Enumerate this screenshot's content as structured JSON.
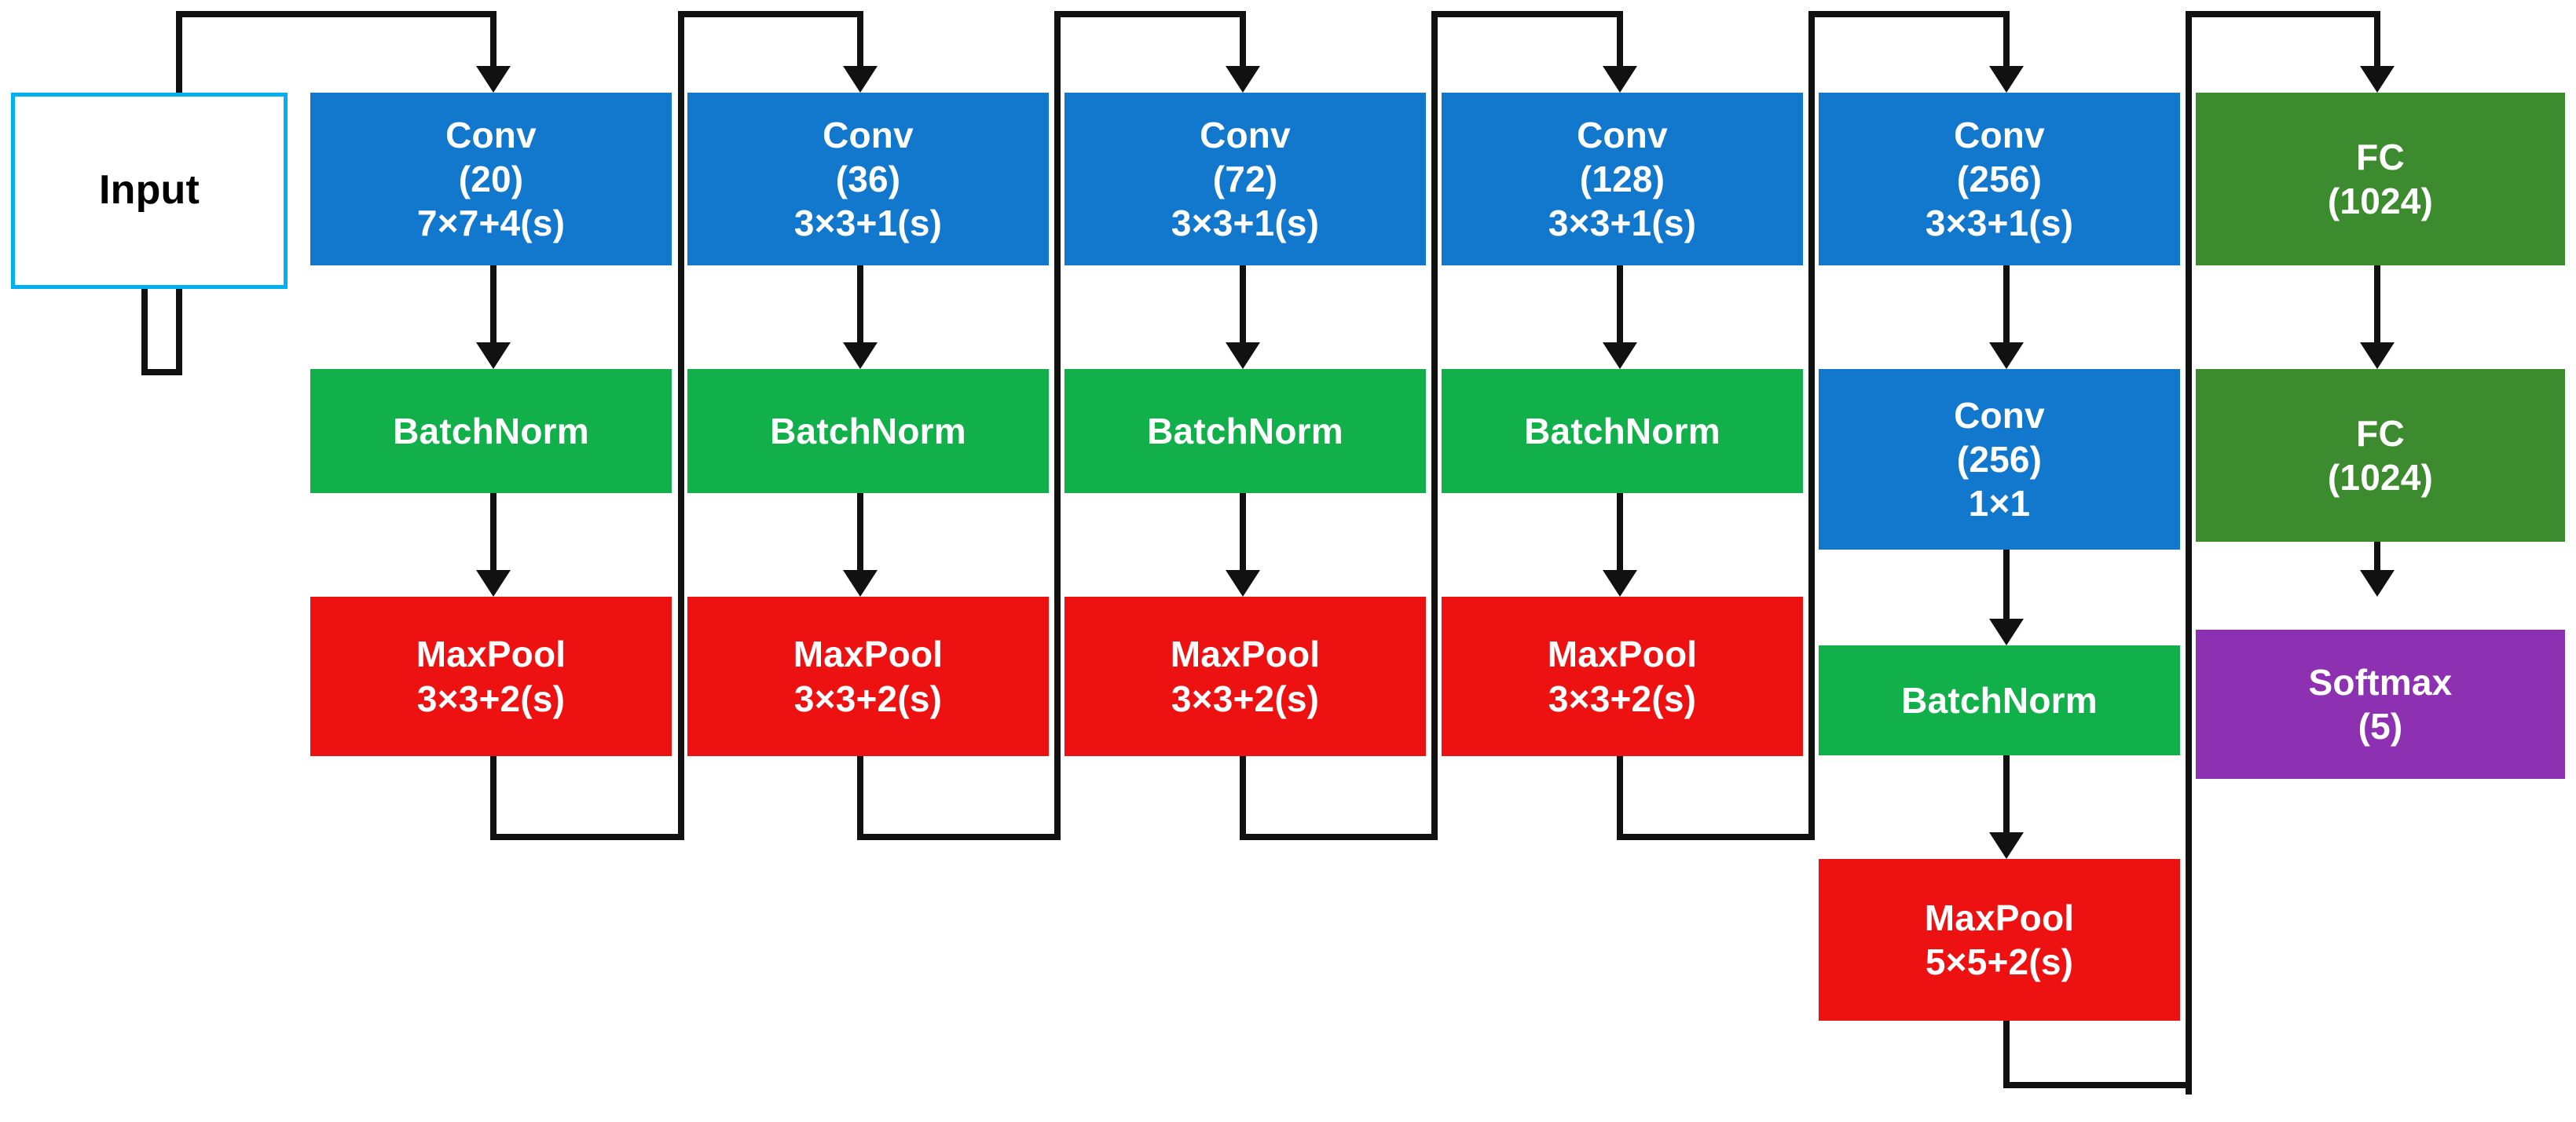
{
  "diagram": {
    "title": "CNN architecture block diagram",
    "palette": {
      "conv": "#1178CE",
      "batchnorm": "#12B04A",
      "maxpool": "#EE1111",
      "fc": "#3C8B2E",
      "softmax": "#8D30B2",
      "input_border": "#00B0F0",
      "connector": "#111111",
      "background": "#FFFFFF"
    },
    "input": {
      "label": "Input"
    },
    "columns": [
      {
        "id": "stage-1",
        "blocks": [
          {
            "type": "conv",
            "lines": [
              "Conv",
              "(20)",
              "7×7+4(s)"
            ]
          },
          {
            "type": "batchnorm",
            "lines": [
              "BatchNorm"
            ]
          },
          {
            "type": "maxpool",
            "lines": [
              "MaxPool",
              "3×3+2(s)"
            ]
          }
        ]
      },
      {
        "id": "stage-2",
        "blocks": [
          {
            "type": "conv",
            "lines": [
              "Conv",
              "(36)",
              "3×3+1(s)"
            ]
          },
          {
            "type": "batchnorm",
            "lines": [
              "BatchNorm"
            ]
          },
          {
            "type": "maxpool",
            "lines": [
              "MaxPool",
              "3×3+2(s)"
            ]
          }
        ]
      },
      {
        "id": "stage-3",
        "blocks": [
          {
            "type": "conv",
            "lines": [
              "Conv",
              "(72)",
              "3×3+1(s)"
            ]
          },
          {
            "type": "batchnorm",
            "lines": [
              "BatchNorm"
            ]
          },
          {
            "type": "maxpool",
            "lines": [
              "MaxPool",
              "3×3+2(s)"
            ]
          }
        ]
      },
      {
        "id": "stage-4",
        "blocks": [
          {
            "type": "conv",
            "lines": [
              "Conv",
              "(128)",
              "3×3+1(s)"
            ]
          },
          {
            "type": "batchnorm",
            "lines": [
              "BatchNorm"
            ]
          },
          {
            "type": "maxpool",
            "lines": [
              "MaxPool",
              "3×3+2(s)"
            ]
          }
        ]
      },
      {
        "id": "stage-5",
        "blocks": [
          {
            "type": "conv",
            "lines": [
              "Conv",
              "(256)",
              "3×3+1(s)"
            ]
          },
          {
            "type": "conv",
            "lines": [
              "Conv",
              "(256)",
              "1×1"
            ]
          },
          {
            "type": "batchnorm",
            "lines": [
              "BatchNorm"
            ]
          },
          {
            "type": "maxpool",
            "lines": [
              "MaxPool",
              "5×5+2(s)"
            ]
          }
        ]
      },
      {
        "id": "stage-6",
        "blocks": [
          {
            "type": "fc",
            "lines": [
              "FC",
              "(1024)"
            ]
          },
          {
            "type": "fc",
            "lines": [
              "FC",
              "(1024)"
            ]
          },
          {
            "type": "softmax",
            "lines": [
              "Softmax",
              "(5)"
            ]
          }
        ]
      }
    ],
    "text": {
      "input_label": "Input",
      "c1_conv_l1": "Conv",
      "c1_conv_l2": "(20)",
      "c1_conv_l3": "7×7+4(s)",
      "c1_bn_l1": "BatchNorm",
      "c1_pool_l1": "MaxPool",
      "c1_pool_l2": "3×3+2(s)",
      "c2_conv_l1": "Conv",
      "c2_conv_l2": "(36)",
      "c2_conv_l3": "3×3+1(s)",
      "c2_bn_l1": "BatchNorm",
      "c2_pool_l1": "MaxPool",
      "c2_pool_l2": "3×3+2(s)",
      "c3_conv_l1": "Conv",
      "c3_conv_l2": "(72)",
      "c3_conv_l3": "3×3+1(s)",
      "c3_bn_l1": "BatchNorm",
      "c3_pool_l1": "MaxPool",
      "c3_pool_l2": "3×3+2(s)",
      "c4_conv_l1": "Conv",
      "c4_conv_l2": "(128)",
      "c4_conv_l3": "3×3+1(s)",
      "c4_bn_l1": "BatchNorm",
      "c4_pool_l1": "MaxPool",
      "c4_pool_l2": "3×3+2(s)",
      "c5_conv1_l1": "Conv",
      "c5_conv1_l2": "(256)",
      "c5_conv1_l3": "3×3+1(s)",
      "c5_conv2_l1": "Conv",
      "c5_conv2_l2": "(256)",
      "c5_conv2_l3": "1×1",
      "c5_bn_l1": "BatchNorm",
      "c5_pool_l1": "MaxPool",
      "c5_pool_l2": "5×5+2(s)",
      "c6_fc1_l1": "FC",
      "c6_fc1_l2": "(1024)",
      "c6_fc2_l1": "FC",
      "c6_fc2_l2": "(1024)",
      "c6_sm_l1": "Softmax",
      "c6_sm_l2": "(5)"
    }
  }
}
